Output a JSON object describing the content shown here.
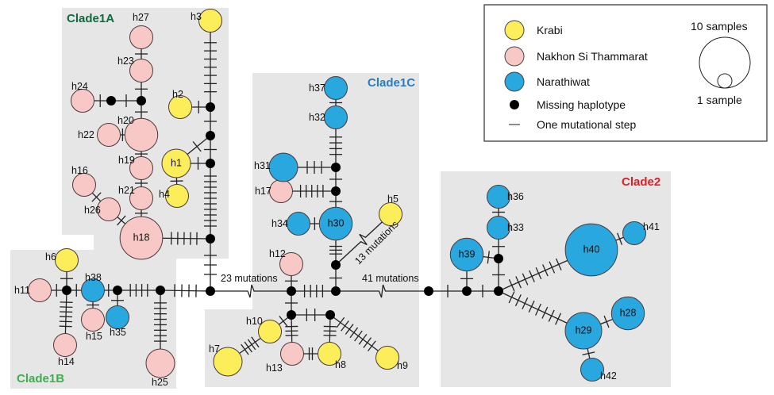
{
  "title": "Haplotype network",
  "colors": {
    "Krabi": "#fbee5a",
    "Nakhon Si Thammarat": "#f8c8c6",
    "Narathiwat": "#29a7df",
    "missing": "#000000",
    "clade1A": "#0e6b3c",
    "clade1B": "#3cb04a",
    "clade1C": "#2a7cc1",
    "clade2": "#e11d22"
  },
  "clades": [
    {
      "id": "clade1A",
      "label": "Clade1A"
    },
    {
      "id": "clade1B",
      "label": "Clade1B"
    },
    {
      "id": "clade1C",
      "label": "Clade1C"
    },
    {
      "id": "clade2",
      "label": "Clade2"
    }
  ],
  "legend": {
    "items": [
      {
        "label": "Krabi",
        "type": "Krabi"
      },
      {
        "label": "Nakhon Si Thammarat",
        "type": "Nakhon Si Thammarat"
      },
      {
        "label": "Narathiwat",
        "type": "Narathiwat"
      },
      {
        "label": "Missing haplotype",
        "type": "missing"
      },
      {
        "label": "One mutational step",
        "type": "step"
      }
    ],
    "size_large": "10 samples",
    "size_small": "1 sample"
  },
  "mutation_labels": {
    "m23": "23 mutations",
    "m41": "41 mutations",
    "m13": "13 mutations"
  },
  "haplotypes": [
    {
      "id": "h1",
      "pop": "Krabi",
      "n": 2,
      "clade": "Clade1A"
    },
    {
      "id": "h2",
      "pop": "Krabi",
      "n": 1,
      "clade": "Clade1A"
    },
    {
      "id": "h3",
      "pop": "Krabi",
      "n": 1,
      "clade": "Clade1A"
    },
    {
      "id": "h4",
      "pop": "Krabi",
      "n": 1,
      "clade": "Clade1A"
    },
    {
      "id": "h16",
      "pop": "Nakhon Si Thammarat",
      "n": 1,
      "clade": "Clade1A"
    },
    {
      "id": "h18",
      "pop": "Nakhon Si Thammarat",
      "n": 6,
      "clade": "Clade1A"
    },
    {
      "id": "h19",
      "pop": "Nakhon Si Thammarat",
      "n": 1,
      "clade": "Clade1A"
    },
    {
      "id": "h20",
      "pop": "Nakhon Si Thammarat",
      "n": 3,
      "clade": "Clade1A"
    },
    {
      "id": "h21",
      "pop": "Nakhon Si Thammarat",
      "n": 1,
      "clade": "Clade1A"
    },
    {
      "id": "h22",
      "pop": "Nakhon Si Thammarat",
      "n": 1,
      "clade": "Clade1A"
    },
    {
      "id": "h23",
      "pop": "Nakhon Si Thammarat",
      "n": 1,
      "clade": "Clade1A"
    },
    {
      "id": "h24",
      "pop": "Nakhon Si Thammarat",
      "n": 1,
      "clade": "Clade1A"
    },
    {
      "id": "h26",
      "pop": "Nakhon Si Thammarat",
      "n": 1,
      "clade": "Clade1A"
    },
    {
      "id": "h27",
      "pop": "Nakhon Si Thammarat",
      "n": 1,
      "clade": "Clade1A"
    },
    {
      "id": "h6",
      "pop": "Krabi",
      "n": 1,
      "clade": "Clade1B"
    },
    {
      "id": "h11",
      "pop": "Nakhon Si Thammarat",
      "n": 1,
      "clade": "Clade1B"
    },
    {
      "id": "h14",
      "pop": "Nakhon Si Thammarat",
      "n": 1,
      "clade": "Clade1B"
    },
    {
      "id": "h15",
      "pop": "Nakhon Si Thammarat",
      "n": 1,
      "clade": "Clade1B"
    },
    {
      "id": "h25",
      "pop": "Nakhon Si Thammarat",
      "n": 2,
      "clade": "Clade1B"
    },
    {
      "id": "h35",
      "pop": "Narathiwat",
      "n": 1,
      "clade": "Clade1B"
    },
    {
      "id": "h38",
      "pop": "Narathiwat",
      "n": 1,
      "clade": "Clade1B"
    },
    {
      "id": "h5",
      "pop": "Krabi",
      "n": 1,
      "clade": "Clade1C"
    },
    {
      "id": "h7",
      "pop": "Krabi",
      "n": 2,
      "clade": "Clade1C"
    },
    {
      "id": "h8",
      "pop": "Krabi",
      "n": 1,
      "clade": "Clade1C"
    },
    {
      "id": "h9",
      "pop": "Krabi",
      "n": 1,
      "clade": "Clade1C"
    },
    {
      "id": "h10",
      "pop": "Krabi",
      "n": 1,
      "clade": "Clade1C"
    },
    {
      "id": "h12",
      "pop": "Nakhon Si Thammarat",
      "n": 1,
      "clade": "Clade1C"
    },
    {
      "id": "h13",
      "pop": "Nakhon Si Thammarat",
      "n": 1,
      "clade": "Clade1C"
    },
    {
      "id": "h17",
      "pop": "Nakhon Si Thammarat",
      "n": 1,
      "clade": "Clade1C"
    },
    {
      "id": "h30",
      "pop": "Narathiwat",
      "n": 3,
      "clade": "Clade1C"
    },
    {
      "id": "h31",
      "pop": "Narathiwat",
      "n": 2,
      "clade": "Clade1C"
    },
    {
      "id": "h32",
      "pop": "Narathiwat",
      "n": 1,
      "clade": "Clade1C"
    },
    {
      "id": "h34",
      "pop": "Narathiwat",
      "n": 1,
      "clade": "Clade1C"
    },
    {
      "id": "h37",
      "pop": "Narathiwat",
      "n": 1,
      "clade": "Clade1C"
    },
    {
      "id": "h28",
      "pop": "Narathiwat",
      "n": 3,
      "clade": "Clade2"
    },
    {
      "id": "h29",
      "pop": "Narathiwat",
      "n": 4,
      "clade": "Clade2"
    },
    {
      "id": "h33",
      "pop": "Narathiwat",
      "n": 1,
      "clade": "Clade2"
    },
    {
      "id": "h36",
      "pop": "Narathiwat",
      "n": 1,
      "clade": "Clade2"
    },
    {
      "id": "h39",
      "pop": "Narathiwat",
      "n": 3,
      "clade": "Clade2"
    },
    {
      "id": "h40",
      "pop": "Narathiwat",
      "n": 10,
      "clade": "Clade2"
    },
    {
      "id": "h41",
      "pop": "Narathiwat",
      "n": 1,
      "clade": "Clade2"
    },
    {
      "id": "h42",
      "pop": "Narathiwat",
      "n": 1,
      "clade": "Clade2"
    }
  ]
}
